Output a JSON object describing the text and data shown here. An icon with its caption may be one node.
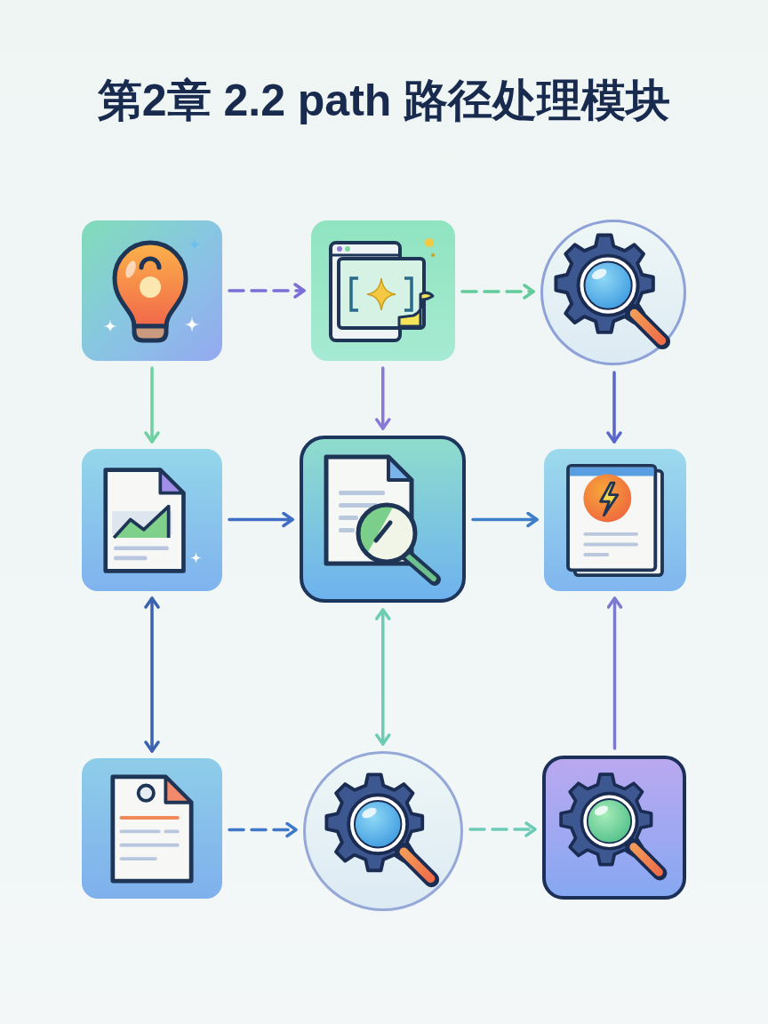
{
  "diagram": {
    "title": "第2章 2.2 path 路径处理模块",
    "nodes": [
      {
        "text": [],
        "shape": "picture"
      },
      {
        "text": [],
        "shape": "picture"
      },
      {
        "text": [],
        "shape": "picture"
      },
      {
        "text": [],
        "shape": "picture"
      },
      {
        "text": [],
        "shape": "picture"
      },
      {
        "text": [],
        "shape": "picture"
      },
      {
        "text": [],
        "shape": "picture"
      },
      {
        "text": [],
        "shape": "picture"
      },
      {
        "text": [],
        "shape": "picture"
      }
    ],
    "edges": [
      {
        "from": 0,
        "to": 1,
        "arrow": "to",
        "style": "dashed",
        "color": "#7a6fd8"
      },
      {
        "from": 1,
        "to": 2,
        "arrow": "to",
        "style": "dashed",
        "color": "#62cc9c"
      },
      {
        "from": 0,
        "to": 3,
        "arrow": "to",
        "color": "#6fd0a0"
      },
      {
        "from": 1,
        "to": 4,
        "arrow": "to",
        "color": "#8a78d8"
      },
      {
        "from": 2,
        "to": 5,
        "arrow": "to",
        "color": "#5a66cc"
      },
      {
        "from": 3,
        "to": 4,
        "arrow": "to",
        "color": "#3f6cc4"
      },
      {
        "from": 4,
        "to": 5,
        "arrow": "to",
        "color": "#3d7fc8"
      },
      {
        "from": 3,
        "to": 6,
        "arrow": "both",
        "color": "#3b62ae"
      },
      {
        "from": 4,
        "to": 7,
        "arrow": "both",
        "color": "#6cccb4"
      },
      {
        "from": 8,
        "to": 5,
        "arrow": "to",
        "color": "#7c7ad0"
      },
      {
        "from": 6,
        "to": 7,
        "arrow": "to",
        "style": "dashed",
        "color": "#3f78c8"
      },
      {
        "from": 7,
        "to": 8,
        "arrow": "to",
        "style": "dashed",
        "color": "#6cccb8"
      }
    ]
  }
}
